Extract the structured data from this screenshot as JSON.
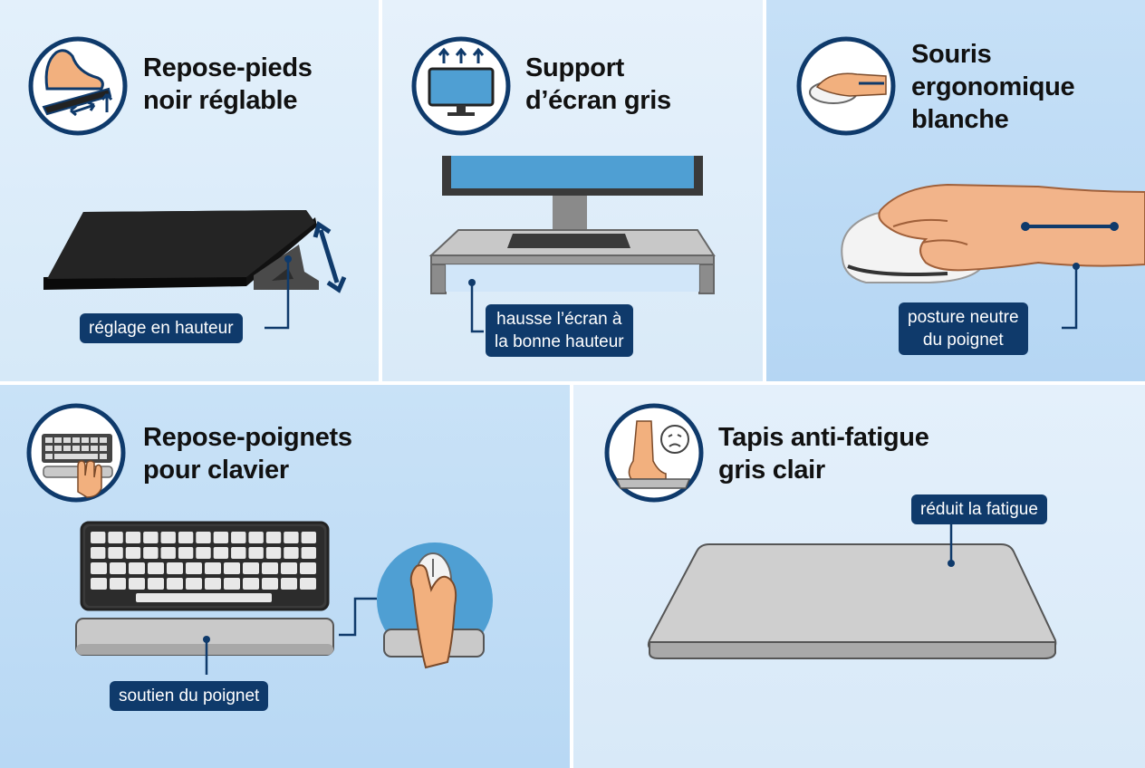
{
  "colors": {
    "navy": "#0f3a6b",
    "panel_light": "#dcecfa",
    "panel_mid": "#bcdaf5",
    "screen_blue": "#4f9fd3",
    "stand_gray": "#c4c4c4"
  },
  "panels": [
    {
      "icon": "foot-on-footrest-icon",
      "title_line1": "Repose-pieds",
      "title_line2": "noir réglable",
      "title_line3": "",
      "label_line1": "réglage en hauteur",
      "label_line2": ""
    },
    {
      "icon": "monitor-raise-icon",
      "title_line1": "Support",
      "title_line2": "d’écran gris",
      "title_line3": "",
      "label_line1": "hausse l’écran à",
      "label_line2": "la bonne hauteur"
    },
    {
      "icon": "hand-on-mouse-icon",
      "title_line1": "Souris",
      "title_line2": "ergonomique",
      "title_line3": "blanche",
      "label_line1": "posture neutre",
      "label_line2": "du poignet"
    },
    {
      "icon": "keyboard-wrist-rest-icon",
      "title_line1": "Repose-poignets",
      "title_line2": "pour clavier",
      "title_line3": "",
      "label_line1": "soutien du poignet",
      "label_line2": ""
    },
    {
      "icon": "tired-foot-on-mat-icon",
      "title_line1": "Tapis anti-fatigue",
      "title_line2": "gris clair",
      "title_line3": "",
      "label_line1": "réduit la fatigue",
      "label_line2": ""
    }
  ]
}
